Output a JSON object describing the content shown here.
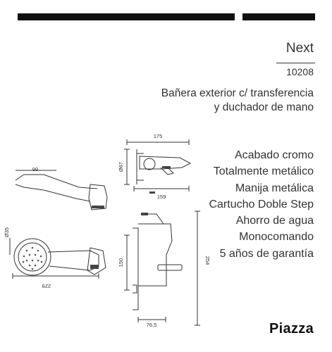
{
  "header": {
    "model": "Next",
    "code": "10208"
  },
  "description": [
    "Bañera exterior c/ transferencia",
    "y duchador de mano"
  ],
  "features": [
    "Acabado cromo",
    "Totalmente metálico",
    "Manija metálica",
    "Cartucho Doble Step",
    "Ahorro de agua",
    "Monocomando",
    "5 años de garantía"
  ],
  "brand": "Piazza",
  "dimensions": {
    "top_width": "175",
    "top_height": "Ø67",
    "top_depth": "159",
    "front_height": "254",
    "front_spacing": "150",
    "front_depth": "76,5",
    "shower_length": "66",
    "shower_head_diameter": "Ø35",
    "shower_total": "229"
  },
  "colors": {
    "bars": "#111111",
    "text": "#333333"
  }
}
